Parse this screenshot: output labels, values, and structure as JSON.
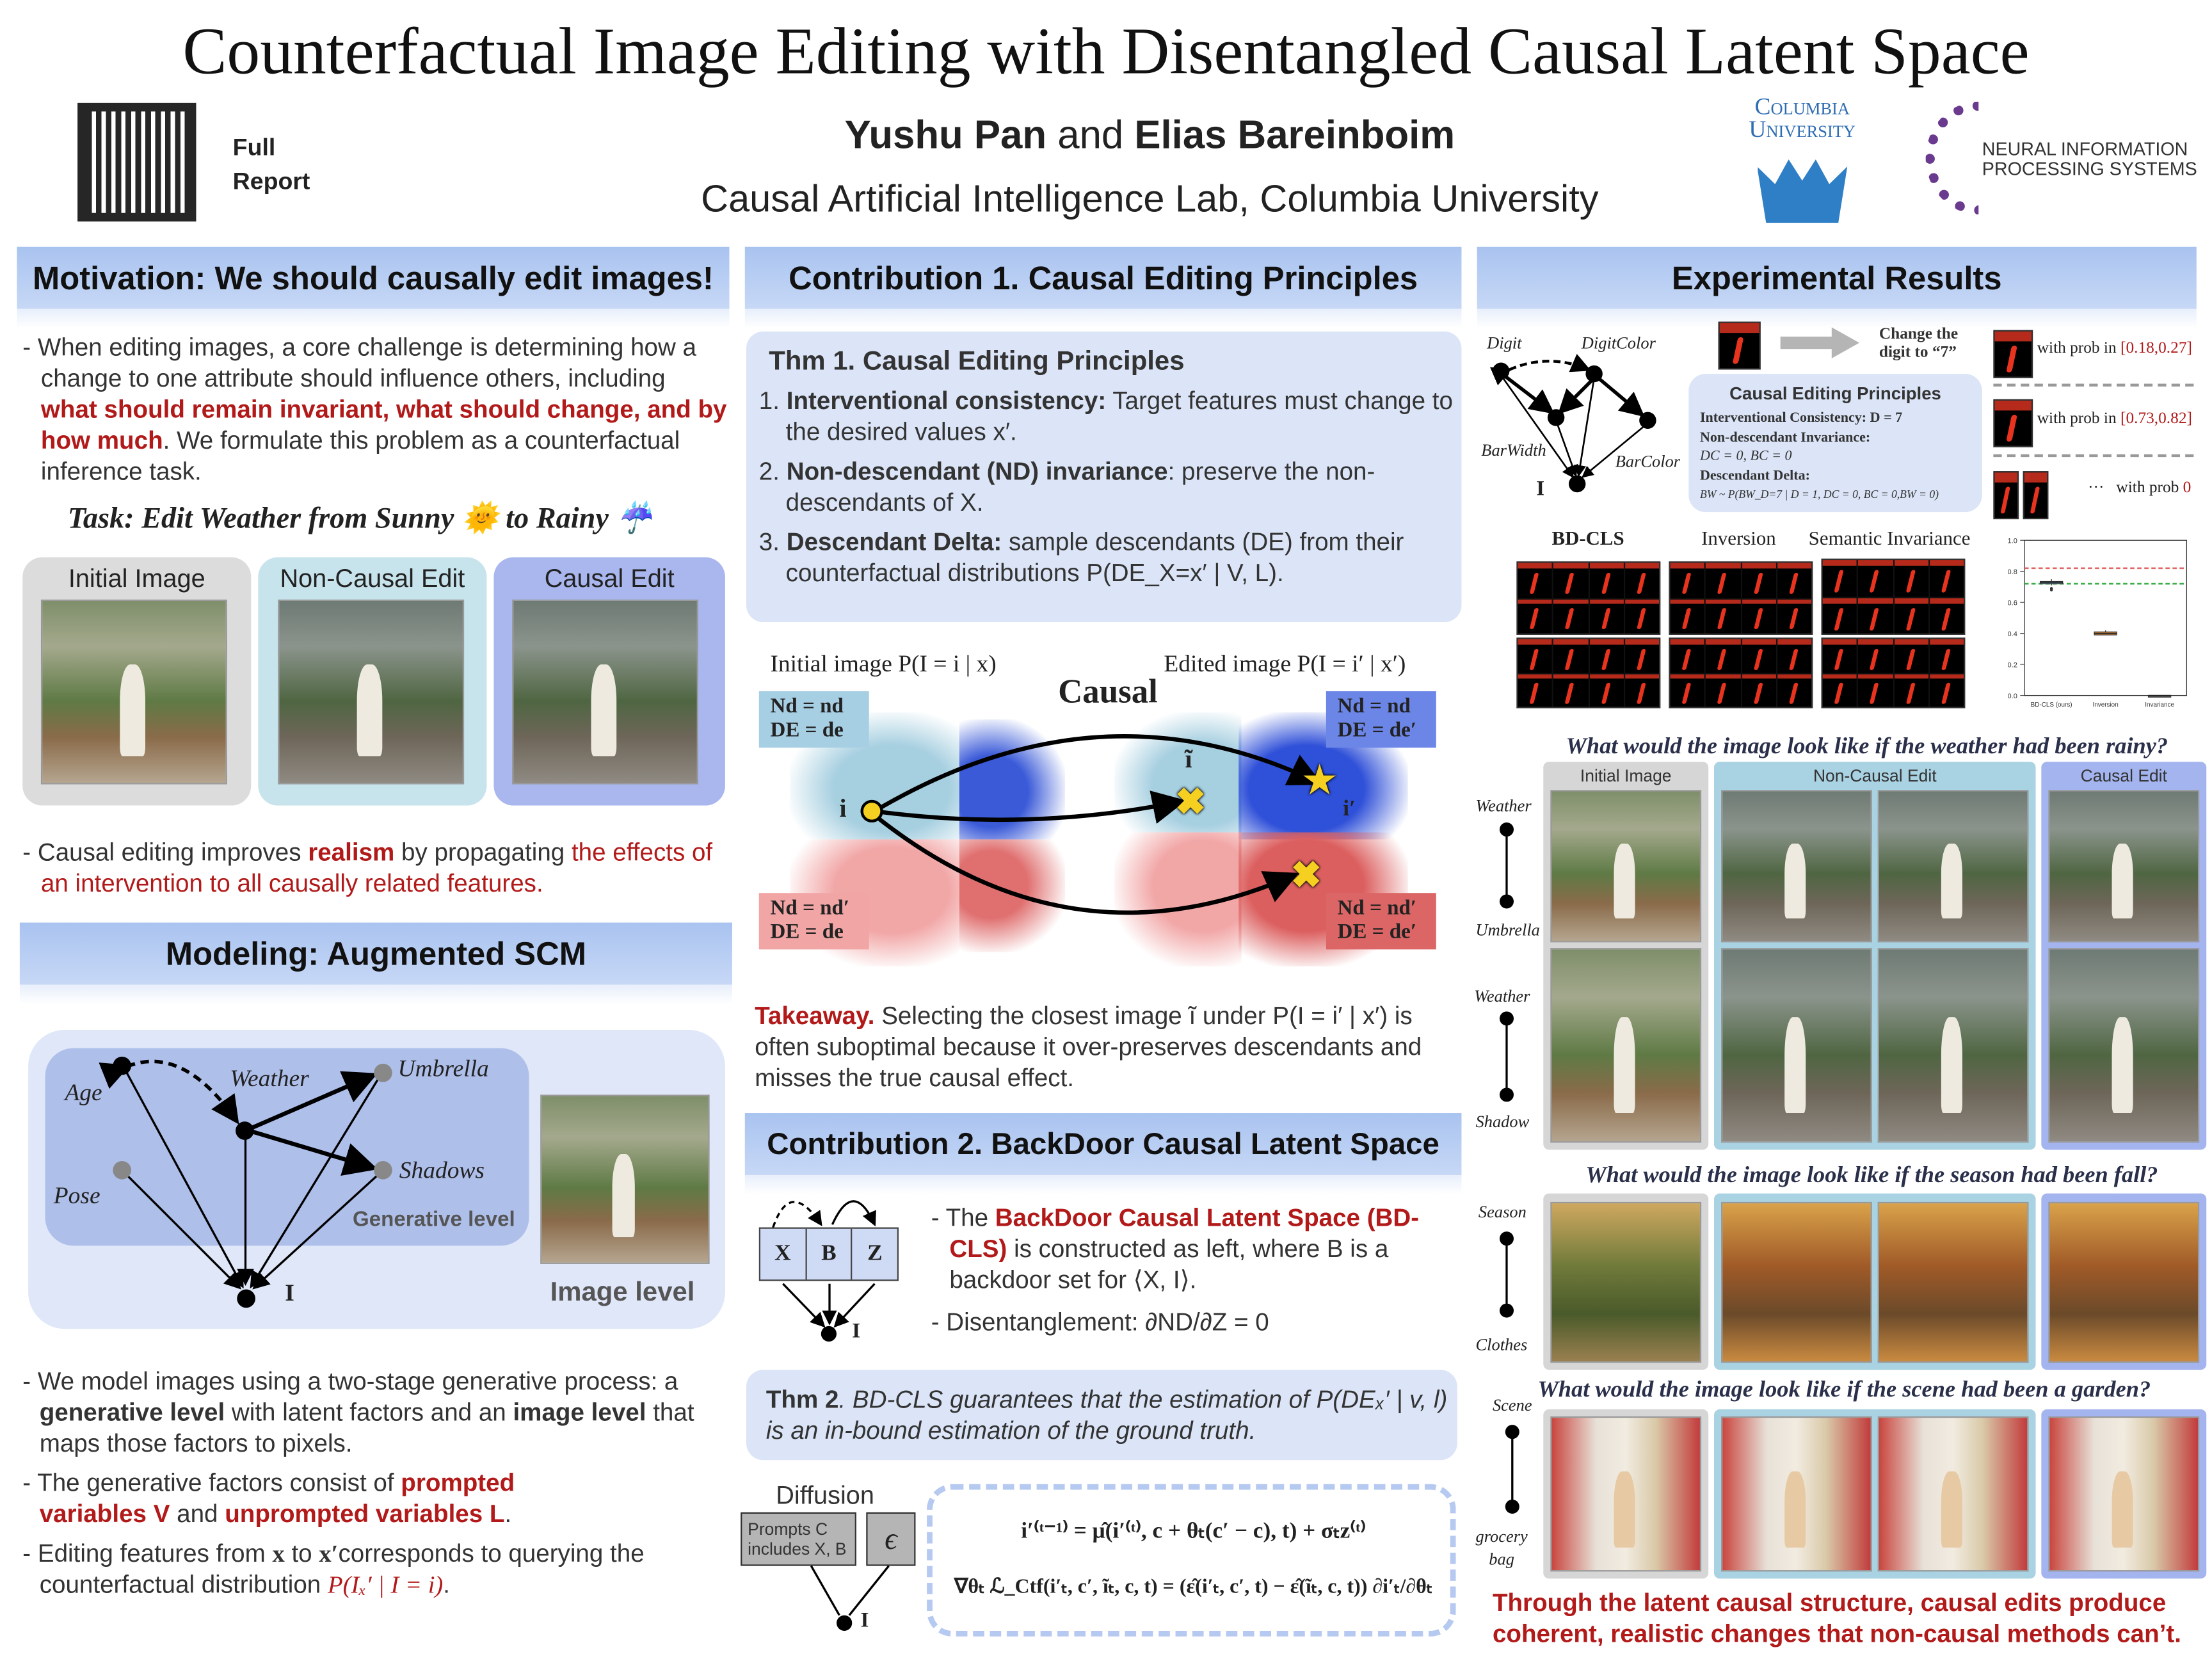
{
  "title": "Counterfactual Image Editing with Disentangled Causal Latent Space",
  "qr": {
    "label_line1": "Full",
    "label_line2": "Report"
  },
  "authors": {
    "a1": "Yushu Pan",
    "and": "and",
    "a2": "Elias Bareinboim"
  },
  "affiliation": "Causal Artificial Intelligence Lab, Columbia University",
  "logos": {
    "columbia_line1": "Columbia",
    "columbia_line2": "University",
    "neurips_line1": "NEURAL INFORMATION",
    "neurips_line2": "PROCESSING SYSTEMS"
  },
  "motivation": {
    "header": "Motivation: We should causally edit images!",
    "p1_a": "When editing images, a core challenge is determining how a change to one attribute should influence others, including ",
    "p1_red": "what should remain invariant, what should change, and by how much",
    "p1_b": ". We formulate this problem as a counterfactual inference task.",
    "task_a": "Task: Edit Weather from Sunny ",
    "task_b": " to Rainy ",
    "sun": "🌞",
    "umbrella": "☔",
    "panels": [
      "Initial Image",
      "Non-Causal Edit",
      "Causal Edit"
    ],
    "p2_a": "Causal editing improves ",
    "p2_red1": "realism",
    "p2_b": " by propagating ",
    "p2_red2": "the effects of an intervention to all causally related features."
  },
  "modeling": {
    "header": "Modeling: Augmented SCM",
    "nodes": {
      "age": "Age",
      "weather": "Weather",
      "umbrella": "Umbrella",
      "pose": "Pose",
      "shadows": "Shadows",
      "i": "I"
    },
    "generative_level": "Generative level",
    "image_level": "Image level",
    "b1_a": "We model images using a two-stage generative process: a ",
    "b1_bold1": "generative level",
    "b1_b": " with latent factors and an ",
    "b1_bold2": "image level",
    "b1_c": " that maps those factors to pixels.",
    "b2_a": "The generative factors consist of ",
    "b2_red1": "prompted variables V",
    "b2_b": " and ",
    "b2_red2": "unprompted variables L",
    "b2_c": ".",
    "b3_a": "Editing features from ",
    "b3_x": "x",
    "b3_b": " to ",
    "b3_xp": "x′",
    "b3_c": "corresponds to querying the counterfactual distribution ",
    "b3_red": "P(Iₓ′ | I = i)",
    "b3_d": "."
  },
  "contrib1": {
    "header": "Contribution 1. Causal Editing Principles",
    "thm_title": "Thm 1. Causal Editing Principles",
    "items": [
      {
        "num": "1.",
        "bold": "Interventional consistency:",
        "text": " Target features must change to the desired values x′."
      },
      {
        "num": "2.",
        "bold": "Non-descendant (ND) invariance",
        "text": ": preserve the non-descendants of X."
      },
      {
        "num": "3.",
        "bold": "Descendant Delta:",
        "text": " sample descendants (DE) from their counterfactual distributions P(DE_X=x′ | V, L)."
      }
    ],
    "fig": {
      "initial": "Initial image P(I = i | x)",
      "edited": "Edited image P(I = i′ | x′)",
      "causal": "Causal",
      "q_tl_1": "Nd = nd",
      "q_tl_2": "DE = de",
      "q_tr_1": "Nd = nd",
      "q_tr_2": "DE = de′",
      "q_bl_1": "Nd = nd′",
      "q_bl_2": "DE = de",
      "q_br_1": "Nd = nd′",
      "q_br_2": "DE = de′",
      "i": "i",
      "itilde": "ĩ",
      "iprime": "i′"
    },
    "takeaway_red": "Takeaway.",
    "takeaway": " Selecting the closest image ĩ under P(I = i′ | x′) is often suboptimal because it over-preserves descendants and misses the true causal effect."
  },
  "contrib2": {
    "header": "Contribution 2. BackDoor Causal Latent Space",
    "nodes": {
      "x": "X",
      "b": "B",
      "z": "Z",
      "i": "I"
    },
    "b1_a": "The ",
    "b1_red": "BackDoor Causal Latent Space (BD-CLS)",
    "b1_b": " is constructed as left, where B is a backdoor set for ⟨X, I⟩.",
    "b2": "Disentanglement: ∂ND/∂Z = 0",
    "thm2_bold": "Thm 2",
    "thm2": ". BD-CLS guarantees that the estimation of P(DEₓ′ | v, l) is an in-bound estimation of the ground truth.",
    "diffusion": "Diffusion",
    "prompts_1": "Prompts C",
    "prompts_2": "includes X, B",
    "epsilon": "ϵ",
    "i": "I",
    "eq1": "i′⁽ᵗ⁻¹⁾ = μ̂(i′⁽ᵗ⁾, c + θₜ(c′ − c), t) + σₜz⁽ᵗ⁾",
    "eq2": "∇θₜ ℒ_Ctf(i′ₜ, c′, ĩₜ, c, t) = (ε̂(i′ₜ, c′, t) − ε̂(ĩₜ, c, t)) ∂i′ₜ/∂θₜ"
  },
  "results": {
    "header": "Experimental Results",
    "graph": {
      "digit": "Digit",
      "digitcolor": "DigitColor",
      "barwidth": "BarWidth",
      "barcolor": "BarColor",
      "i": "I"
    },
    "change_1": "Change the",
    "change_2": "digit to “7”",
    "principles_title": "Causal Editing Principles",
    "pr1": "Interventional Consistency: D = 7",
    "pr2": "Non-descendant Invariance:",
    "pr3": "DC = 0, BC = 0",
    "pr4": "Descendant Delta:",
    "pr5": "BW ~ P(BW_D=7 | D = 1, DC = 0, BC = 0,BW = 0)",
    "prob1_a": "with prob in ",
    "prob1_b": "[0.18,0.27]",
    "prob2_a": "with prob in ",
    "prob2_b": "[0.73,0.82]",
    "prob3_dots": "···",
    "prob3_a": "with prob ",
    "prob3_b": "0",
    "methods": [
      "BD-CLS",
      "Inversion",
      "Semantic Invariance"
    ],
    "q1": "What would the image look like if the weather had been rainy?",
    "q1_key": "rainy",
    "cols": [
      "Initial Image",
      "Non-Causal Edit",
      "Causal Edit"
    ],
    "g1": {
      "top": "Weather",
      "bottom": "Umbrella"
    },
    "g2": {
      "top": "Weather",
      "bottom": "Shadow"
    },
    "q2": "What would the image look like if the season had been fall?",
    "g3": {
      "top": "Season",
      "bottom": "Clothes"
    },
    "q3": "What would the image look like if the scene had been a garden?",
    "g4": {
      "top": "Scene",
      "bottom1": "grocery",
      "bottom2": "bag"
    },
    "conclusion_1": "Through the latent causal structure, causal edits produce",
    "conclusion_2": "coherent, realistic changes that non-causal methods can’t."
  },
  "chart_data": {
    "type": "box",
    "categories": [
      "BD-CLS (ours)",
      "Inversion",
      "Invariance"
    ],
    "medians": [
      0.73,
      0.4,
      0.0
    ],
    "q1": [
      0.72,
      0.39,
      0.0
    ],
    "q3": [
      0.735,
      0.41,
      0.0
    ],
    "whisker_low": [
      0.71,
      0.39,
      0.0
    ],
    "whisker_high": [
      0.75,
      0.42,
      0.0
    ],
    "outliers": [
      [
        0.69,
        0.68
      ],
      [],
      []
    ],
    "reference_lines": [
      {
        "value": 0.82,
        "color": "#e06666"
      },
      {
        "value": 0.72,
        "color": "#3cae4a"
      }
    ],
    "ylim": [
      0,
      1.0
    ],
    "yticks": [
      "0.0",
      "0.2",
      "0.4",
      "0.6",
      "0.8",
      "1.0"
    ],
    "colors": [
      "#4a6a80",
      "#d9873a",
      "#555555"
    ]
  },
  "colors": {
    "accent_red": "#b21a1a",
    "header_blue": "#a9c3f0",
    "box_blue": "#dbe5f7"
  }
}
